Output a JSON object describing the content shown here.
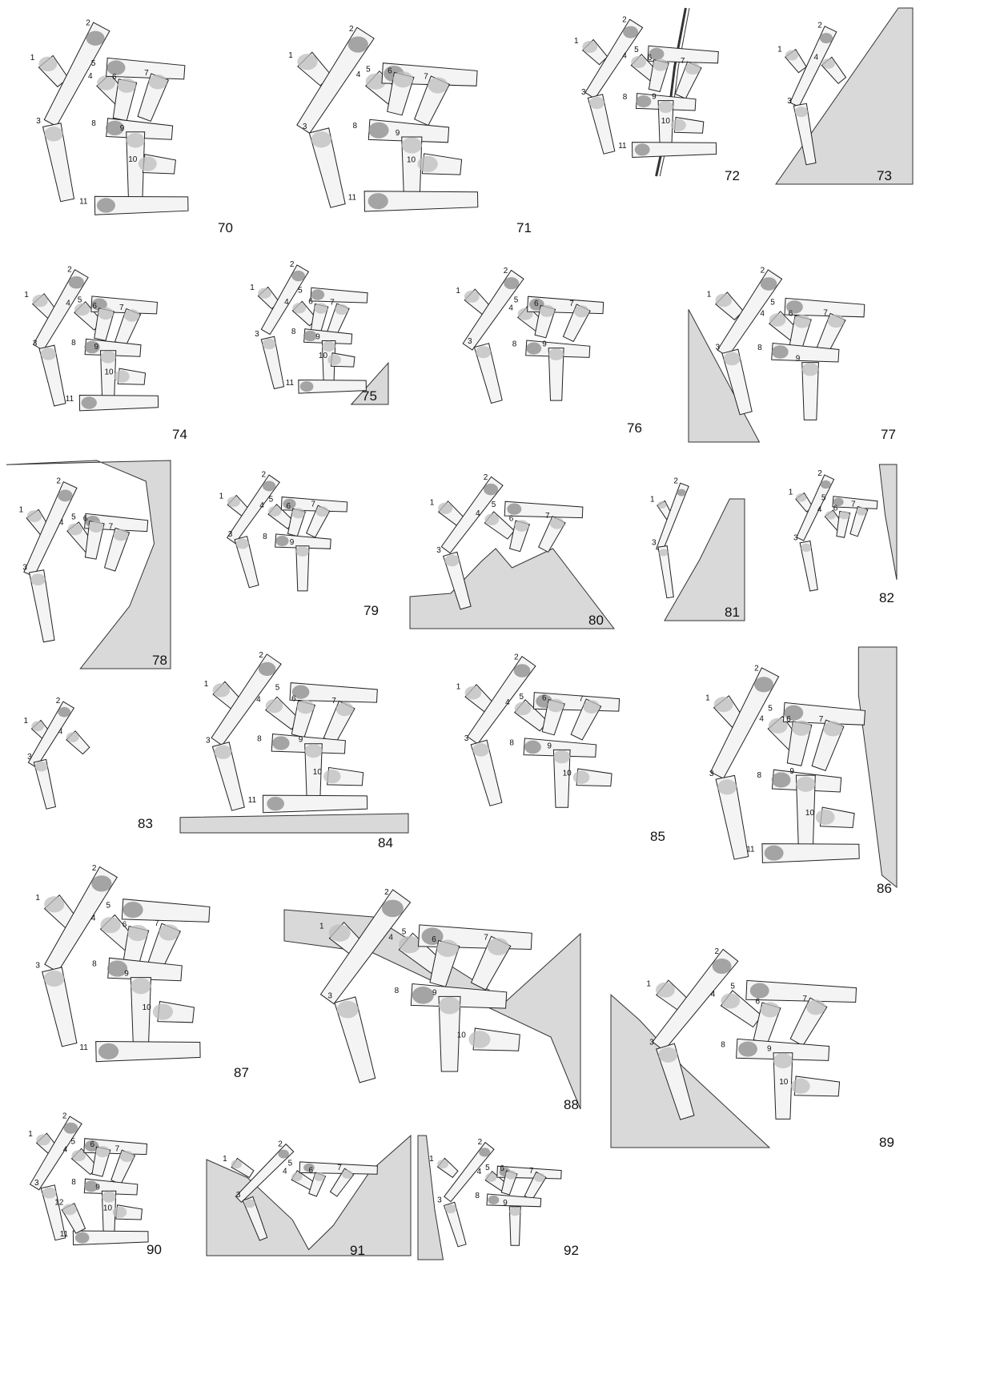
{
  "figures": [
    {
      "id": "70",
      "label": "70",
      "strokes": [
        "1",
        "2",
        "3",
        "4",
        "5",
        "6",
        "7",
        "8",
        "9",
        "10",
        "11"
      ],
      "shaded": false
    },
    {
      "id": "71",
      "label": "71",
      "strokes": [
        "1",
        "2",
        "3",
        "4",
        "5",
        "6",
        "7",
        "8",
        "9",
        "10",
        "11"
      ],
      "shaded": false
    },
    {
      "id": "72",
      "label": "72",
      "strokes": [
        "1",
        "2",
        "3",
        "4",
        "5",
        "6",
        "7",
        "8",
        "9",
        "10",
        "11"
      ],
      "shaded": false
    },
    {
      "id": "73",
      "label": "73",
      "strokes": [
        "1",
        "2",
        "3",
        "4"
      ],
      "shaded": true
    },
    {
      "id": "74",
      "label": "74",
      "strokes": [
        "1",
        "2",
        "3",
        "4",
        "5",
        "6",
        "7",
        "8",
        "9",
        "10",
        "11"
      ],
      "shaded": false
    },
    {
      "id": "75",
      "label": "75",
      "strokes": [
        "1",
        "2",
        "3",
        "4",
        "5",
        "6",
        "7",
        "8",
        "9",
        "10",
        "11"
      ],
      "shaded": true
    },
    {
      "id": "76",
      "label": "76",
      "strokes": [
        "1",
        "2",
        "3",
        "4",
        "5",
        "6",
        "7",
        "8",
        "9"
      ],
      "shaded": false
    },
    {
      "id": "77",
      "label": "77",
      "strokes": [
        "1",
        "2",
        "3",
        "4",
        "5",
        "6",
        "7",
        "8",
        "9"
      ],
      "shaded": true
    },
    {
      "id": "78",
      "label": "78",
      "strokes": [
        "1",
        "2",
        "3",
        "4",
        "5",
        "6",
        "7"
      ],
      "shaded": true
    },
    {
      "id": "79",
      "label": "79",
      "strokes": [
        "1",
        "2",
        "3",
        "4",
        "5",
        "6",
        "7",
        "8",
        "9"
      ],
      "shaded": false
    },
    {
      "id": "80",
      "label": "80",
      "strokes": [
        "1",
        "2",
        "3",
        "4",
        "5",
        "6",
        "7"
      ],
      "shaded": true
    },
    {
      "id": "81",
      "label": "81",
      "strokes": [
        "1",
        "2",
        "3"
      ],
      "shaded": true
    },
    {
      "id": "82",
      "label": "82",
      "strokes": [
        "1",
        "2",
        "3",
        "4",
        "5",
        "6",
        "7"
      ],
      "shaded": true
    },
    {
      "id": "83",
      "label": "83",
      "strokes": [
        "1",
        "2",
        "3",
        "4"
      ],
      "shaded": false
    },
    {
      "id": "84",
      "label": "84",
      "strokes": [
        "1",
        "2",
        "3",
        "4",
        "5",
        "6",
        "7",
        "8",
        "9",
        "10",
        "11"
      ],
      "shaded": true
    },
    {
      "id": "85",
      "label": "85",
      "strokes": [
        "1",
        "2",
        "3",
        "4",
        "5",
        "6",
        "7",
        "8",
        "9",
        "10"
      ],
      "shaded": false
    },
    {
      "id": "86",
      "label": "86",
      "strokes": [
        "1",
        "2",
        "3",
        "4",
        "5",
        "6",
        "7",
        "8",
        "9",
        "10",
        "11"
      ],
      "shaded": true
    },
    {
      "id": "87",
      "label": "87",
      "strokes": [
        "1",
        "2",
        "3",
        "4",
        "5",
        "6",
        "7",
        "8",
        "9",
        "10",
        "11"
      ],
      "shaded": false
    },
    {
      "id": "88",
      "label": "88",
      "strokes": [
        "1",
        "2",
        "3",
        "4",
        "5",
        "6",
        "7",
        "8",
        "9",
        "10"
      ],
      "shaded": true
    },
    {
      "id": "89",
      "label": "89",
      "strokes": [
        "1",
        "2",
        "3",
        "4",
        "5",
        "6",
        "7",
        "8",
        "9",
        "10"
      ],
      "shaded": true
    },
    {
      "id": "90",
      "label": "90",
      "strokes": [
        "1",
        "2",
        "3",
        "4",
        "5",
        "6",
        "7",
        "8",
        "9",
        "10",
        "11",
        "12"
      ],
      "shaded": false
    },
    {
      "id": "91",
      "label": "91",
      "strokes": [
        "1",
        "2",
        "3",
        "4",
        "5",
        "6",
        "7"
      ],
      "shaded": true
    },
    {
      "id": "92",
      "label": "92",
      "strokes": [
        "1",
        "2",
        "3",
        "4",
        "5",
        "6",
        "7",
        "8",
        "9"
      ],
      "shaded": true
    }
  ],
  "colors": {
    "background": "#ffffff",
    "stroke_outline": "#222222",
    "stroke_fill": "#f4f4f4",
    "pressure_tone": "#bdbdbd",
    "overlap_tone": "#8a8a8a",
    "damaged_area": "#d9d9d9",
    "crack_line": "#333333"
  }
}
